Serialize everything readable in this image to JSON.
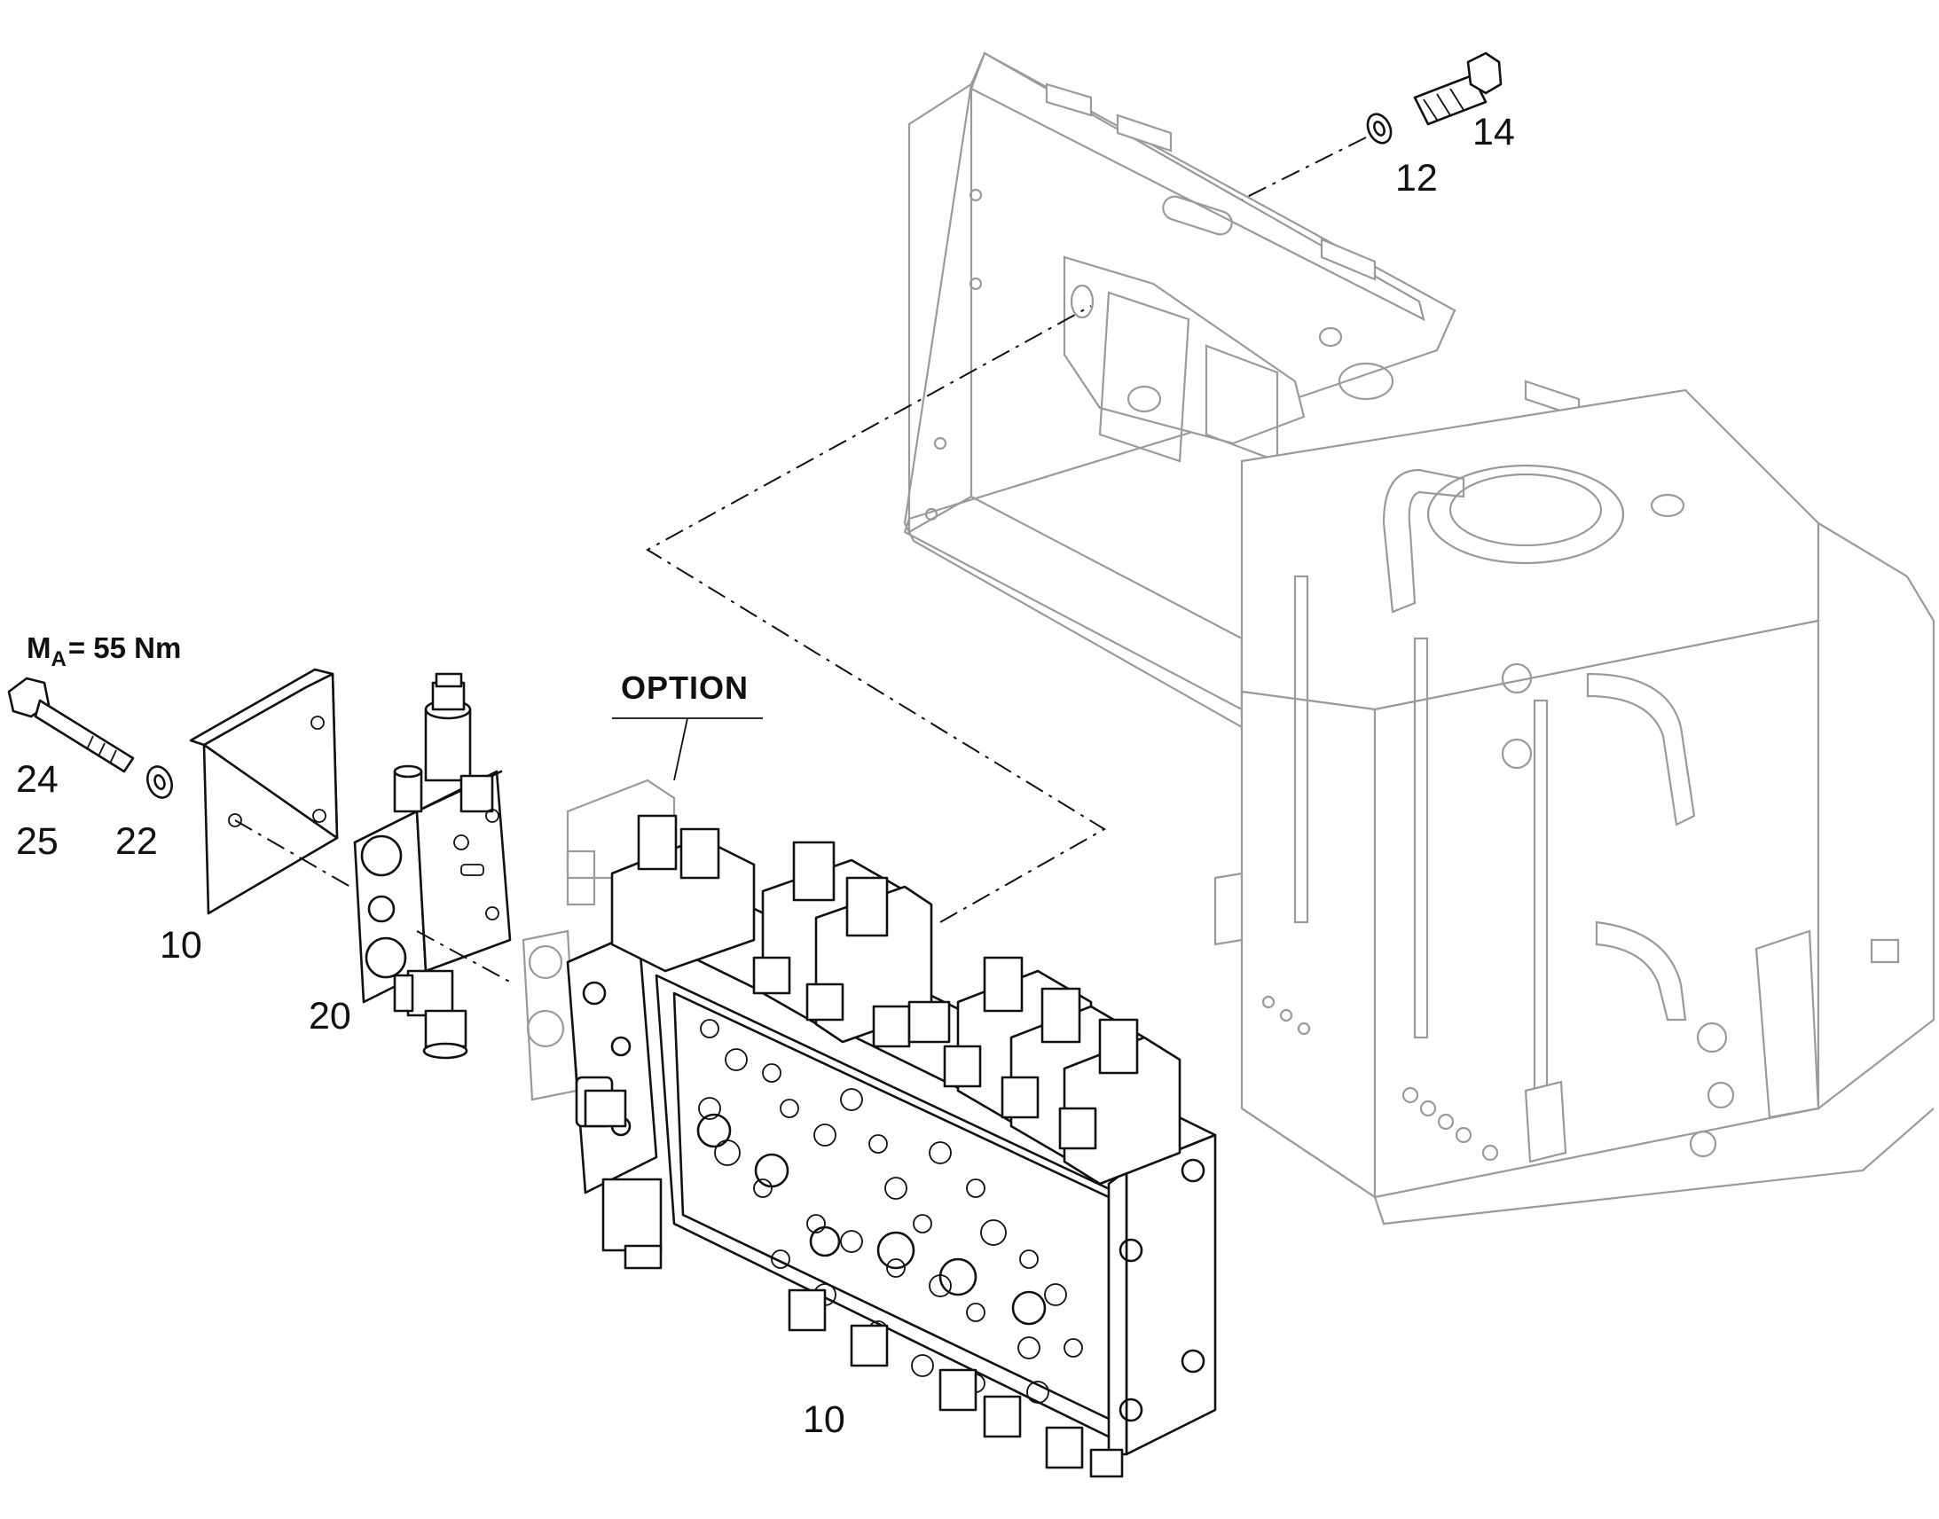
{
  "torque_spec": {
    "prefix": "M",
    "subscript": "A",
    "value": "= 55 Nm"
  },
  "option_label": "OPTION",
  "callouts": {
    "c14": "14",
    "c12": "12",
    "c24": "24",
    "c25": "25",
    "c22": "22",
    "c10_plate": "10",
    "c20": "20",
    "c10_block": "10"
  },
  "colors": {
    "line": "#111111",
    "ghost": "#9a9a9a",
    "background": "#ffffff"
  }
}
